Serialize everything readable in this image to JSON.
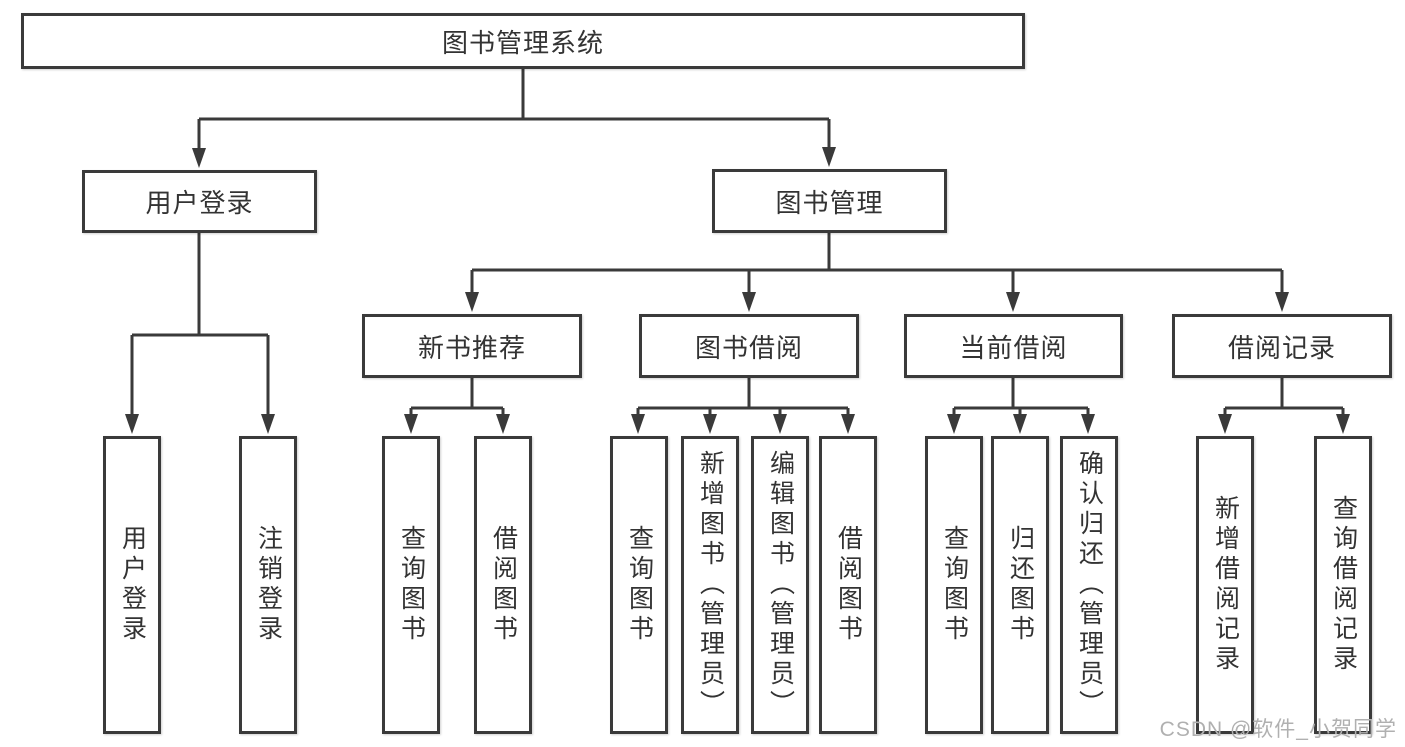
{
  "diagram": {
    "title": "图书管理系统",
    "level2": [
      {
        "label": "用户登录"
      },
      {
        "label": "图书管理"
      }
    ],
    "level3": [
      {
        "label": "新书推荐"
      },
      {
        "label": "图书借阅"
      },
      {
        "label": "当前借阅"
      },
      {
        "label": "借阅记录"
      }
    ],
    "leaves": [
      {
        "label": "用户登录"
      },
      {
        "label": "注销登录"
      },
      {
        "label": "查询图书"
      },
      {
        "label": "借阅图书"
      },
      {
        "label": "查询图书"
      },
      {
        "label": "新增图书（管理员）"
      },
      {
        "label": "编辑图书（管理员）"
      },
      {
        "label": "借阅图书"
      },
      {
        "label": "查询图书"
      },
      {
        "label": "归还图书"
      },
      {
        "label": "确认归还（管理员）"
      },
      {
        "label": "新增借阅记录"
      },
      {
        "label": "查询借阅记录"
      }
    ]
  },
  "watermark": {
    "text": "CSDN @软件_小贺同学"
  },
  "colors": {
    "line": "#3a3a3a",
    "text": "#333333",
    "box_background": "#ffffff",
    "page_background": "#ffffff",
    "watermark": "#b0b0b0"
  }
}
